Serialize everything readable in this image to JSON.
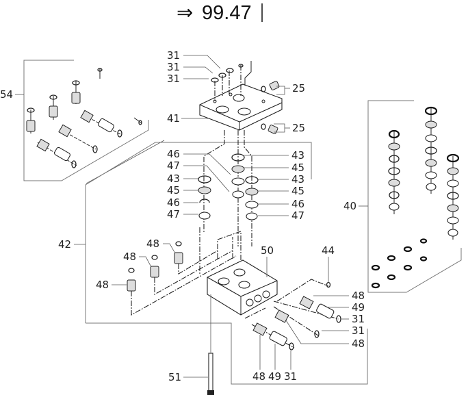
{
  "header": {
    "arrow": "⇒",
    "reference": "99.47"
  },
  "groups": {
    "g54": "54",
    "g40": "40",
    "g42": "42"
  },
  "labels": {
    "top_plate": {
      "p31a": "31",
      "p31b": "31",
      "p31c": "31",
      "p25a": "25",
      "p25b": "25",
      "p41": "41"
    },
    "seals_left": {
      "p43": "43",
      "p45": "45",
      "p46": "46",
      "p47": "47"
    },
    "seals_mid": {
      "p46": "46",
      "p47": "47"
    },
    "seals_right": {
      "p43a": "43",
      "p45a": "45",
      "p43b": "43",
      "p45b": "45",
      "p46": "46",
      "p47": "47"
    },
    "valves": {
      "p48a": "48",
      "p48b": "48",
      "p48c": "48"
    },
    "block": {
      "p50": "50",
      "p44": "44"
    },
    "right_valves": {
      "p48a": "48",
      "p49": "49",
      "p31a": "31",
      "p31b": "31",
      "p48b": "48"
    },
    "bottom": {
      "p48": "48",
      "p49": "49",
      "p31": "31",
      "p51": "51"
    }
  }
}
